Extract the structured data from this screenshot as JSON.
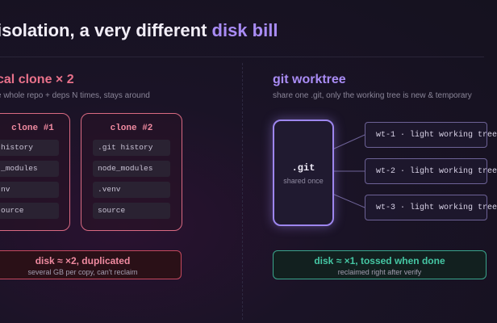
{
  "title": {
    "main": "isolation, a very different ",
    "accent": "disk bill"
  },
  "left": {
    "heading": "cal clone × 2",
    "subtitle": "e whole repo + deps N times, stays around",
    "clone1": {
      "title": "clone #1",
      "rows": [
        "history",
        "_modules",
        "nv",
        "ource"
      ]
    },
    "clone2": {
      "title": "clone #2",
      "rows": [
        ".git history",
        "node_modules",
        ".venv",
        "source"
      ]
    },
    "bar": {
      "main": "disk ≈ ×2, duplicated",
      "sub": "several GB per copy, can't reclaim"
    }
  },
  "right": {
    "heading": "git worktree",
    "subtitle": "share one .git, only the working tree is new & temporary",
    "git": {
      "label": ".git",
      "sub": "shared once"
    },
    "worktrees": [
      "wt-1 · light working tree",
      "wt-2 · light working tree",
      "wt-3 · light working tree"
    ],
    "bar": {
      "main": "disk ≈ ×1, tossed when done",
      "sub": "reclaimed right after verify"
    }
  },
  "colors": {
    "accent_purple": "#a98cf5",
    "clone_red": "#e8718a",
    "worktree_purple": "#9d86ee",
    "good_green": "#45c7a4"
  }
}
